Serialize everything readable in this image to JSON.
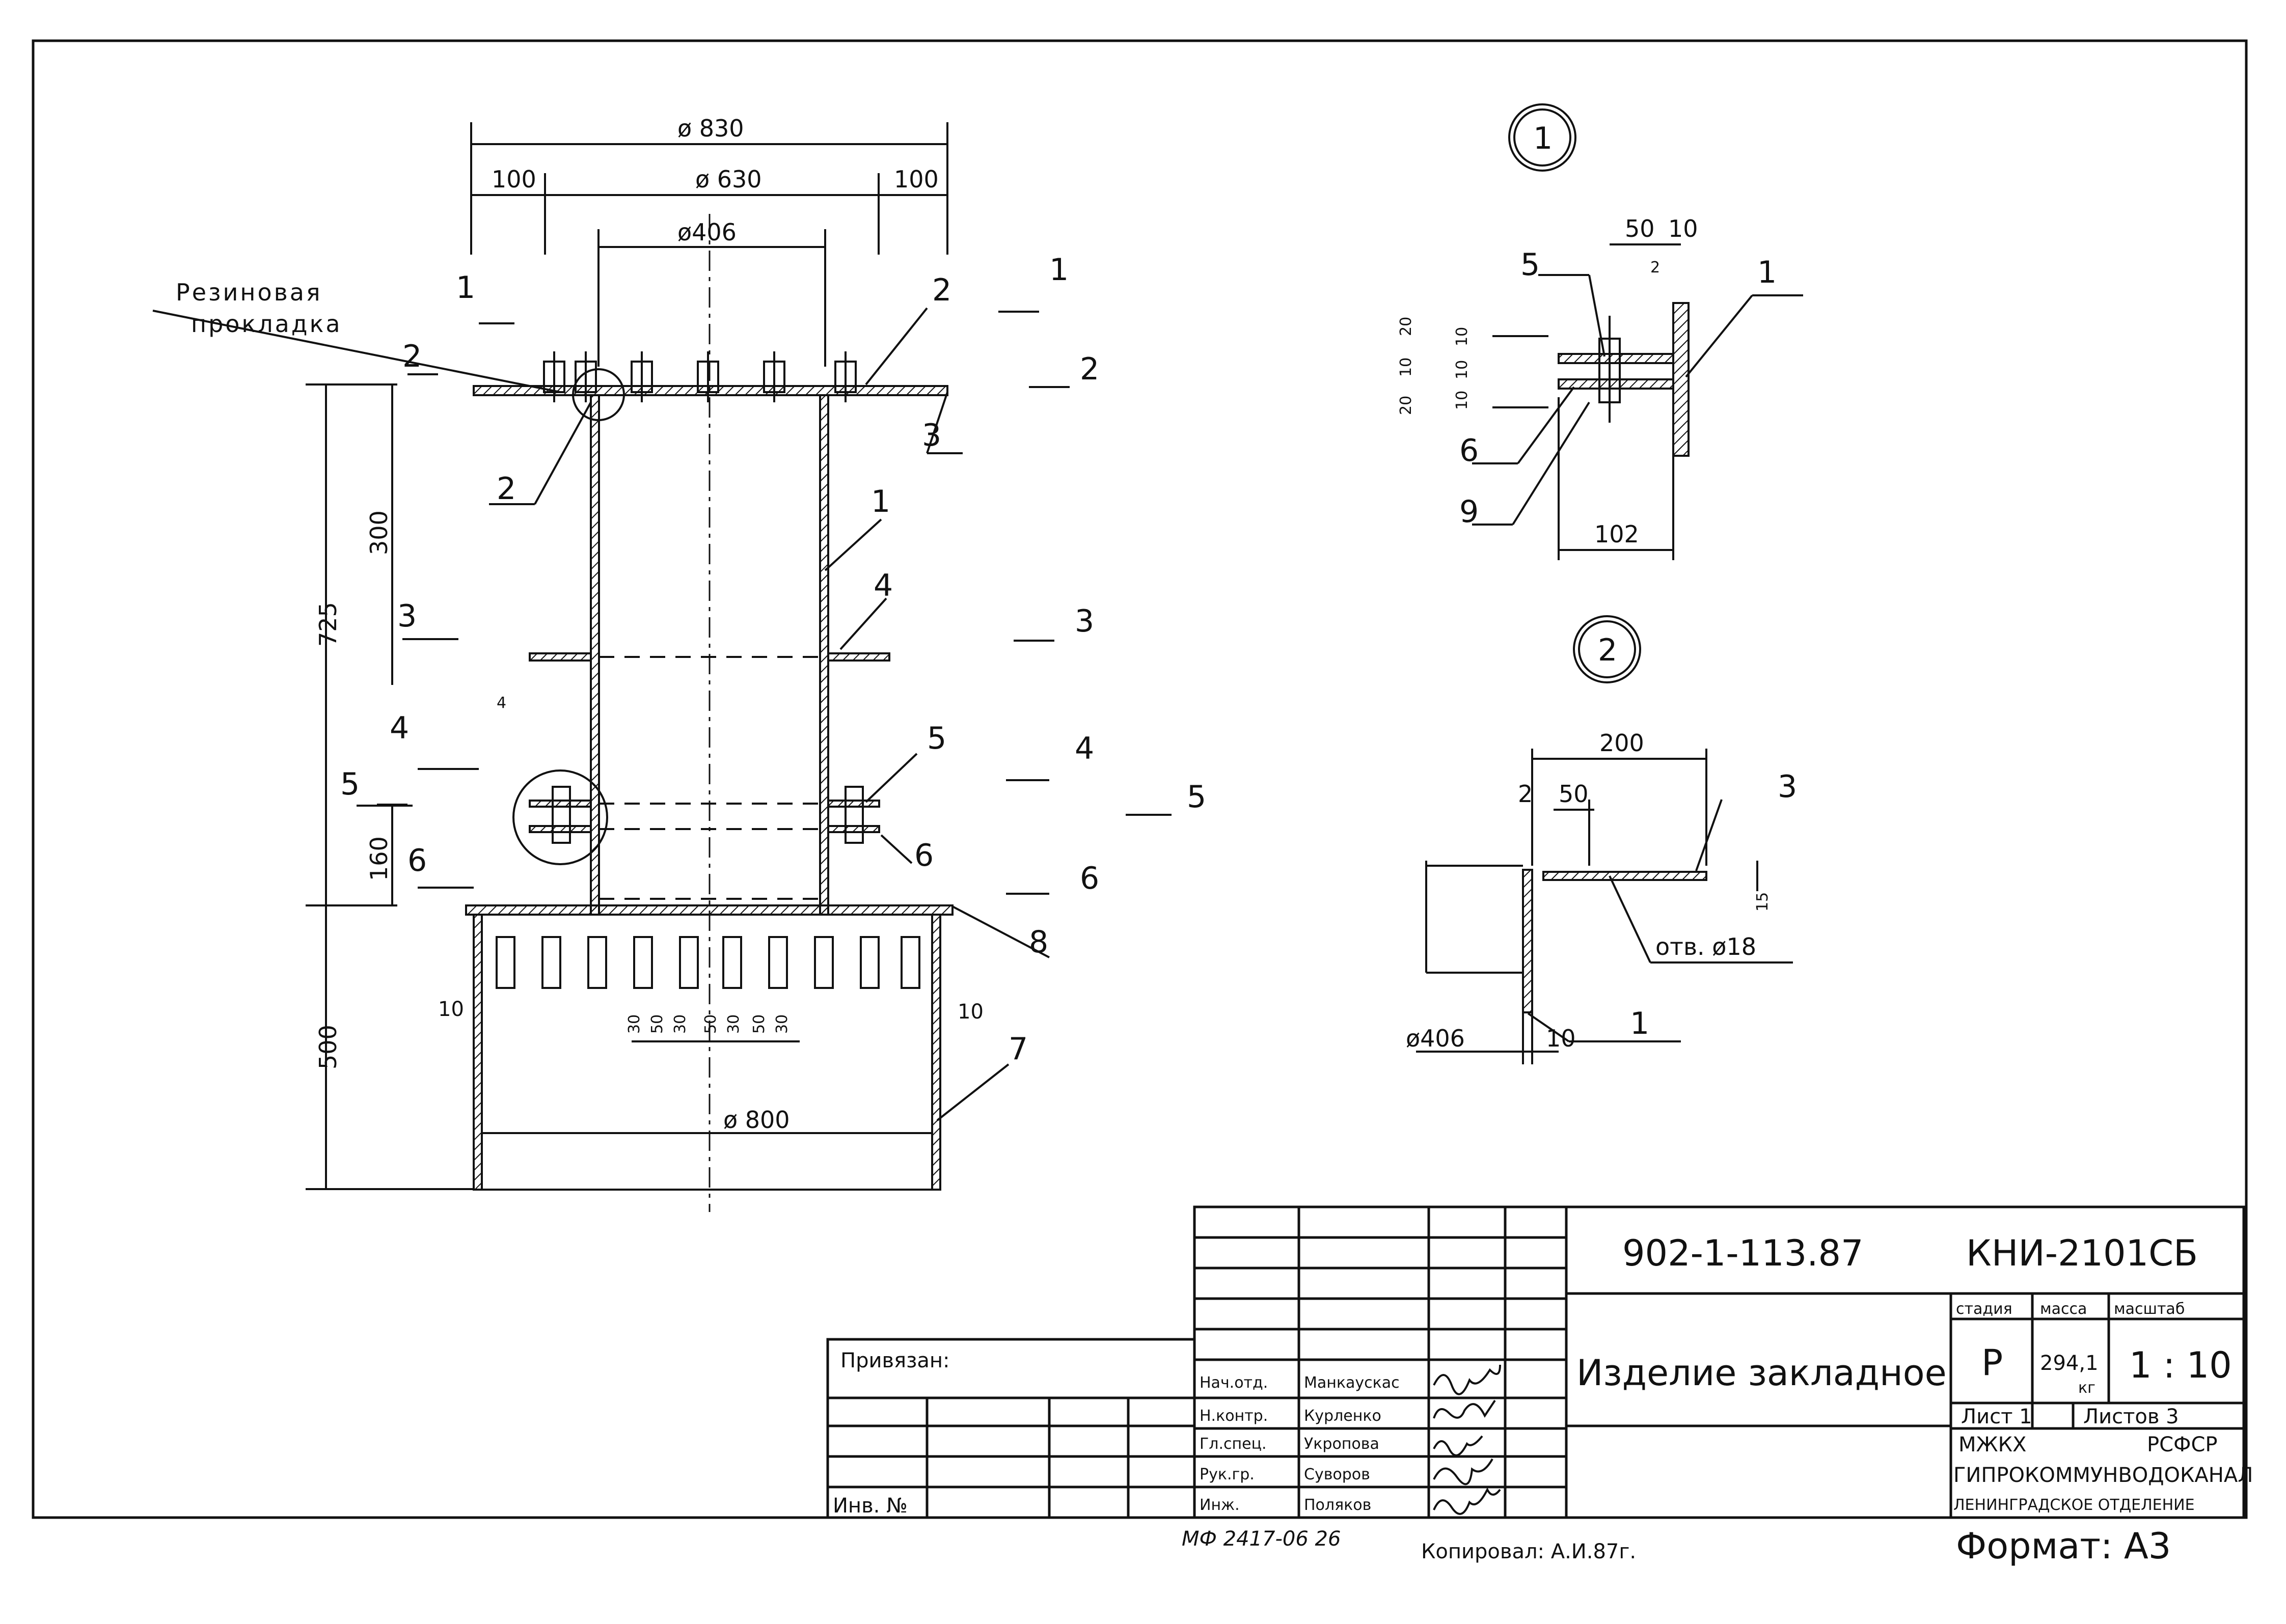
{
  "main_view": {
    "dims": {
      "d830": "ø 830",
      "d630": "ø 630",
      "d406": "ø406",
      "d800": "ø 800",
      "s100_left": "100",
      "s100_right": "100",
      "h725": "725",
      "h300": "300",
      "h160": "160",
      "h500": "500",
      "t10_left": "10",
      "t10_right": "10",
      "slots": [
        "30",
        "50",
        "30",
        "50",
        "30",
        "50",
        "30"
      ]
    },
    "rubber_label_1": "Резиновая",
    "rubber_label_2": "прокладка",
    "callout_circle_4": "4",
    "levels": [
      "1",
      "2",
      "3",
      "4",
      "5",
      "6"
    ],
    "parts": {
      "p1": "1",
      "p2a": "2",
      "p2b": "2",
      "p3": "3",
      "p4": "4",
      "p5": "5",
      "p6": "6",
      "p7": "7",
      "p8": "8"
    }
  },
  "detail1": {
    "number": "1",
    "dims": {
      "d50": "50",
      "d10": "10",
      "d2": "2",
      "d102": "102",
      "v20a": "20",
      "v10a": "10",
      "v10b": "10",
      "v20b": "20",
      "v10c": "10",
      "v10d": "10"
    },
    "parts": {
      "p5": "5",
      "p1": "1",
      "p6": "6",
      "p9": "9"
    }
  },
  "detail2": {
    "number": "2",
    "dims": {
      "d200": "200",
      "d50": "50",
      "d2": "2",
      "d15": "15",
      "d406": "ø406",
      "d10": "10"
    },
    "hole": "отв. ø18",
    "parts": {
      "p3": "3",
      "p1": "1"
    }
  },
  "title_block": {
    "doc_code": "902-1-113.87",
    "drawing_code": "КНИ-2101СБ",
    "title": "Изделие закладное",
    "col_stage": "стадия",
    "col_mass": "масса",
    "col_scale": "масштаб",
    "stage": "Р",
    "mass": "294,1",
    "mass_unit": "кг",
    "scale": "1 : 10",
    "sheet": "Лист 1",
    "sheets": "Листов 3",
    "org_line1_left": "МЖКХ",
    "org_line1_right": "РСФСР",
    "org_line2": "ГИПРОКОММУНВОДОКАНАЛ",
    "org_line3": "ЛЕНИНГРАДСКОЕ ОТДЕЛЕНИЕ",
    "privyazan": "Привязан:",
    "inv": "Инв. №",
    "signers": [
      {
        "role": "Нач.отд.",
        "name": "Манкаускас"
      },
      {
        "role": "Н.контр.",
        "name": "Курленко"
      },
      {
        "role": "Гл.спец.",
        "name": "Укропова"
      },
      {
        "role": "Рук.гр.",
        "name": "Суворов"
      },
      {
        "role": "Инж.",
        "name": "Поляков"
      }
    ]
  },
  "footer": {
    "mf": "МФ 2417-06 26",
    "copied": "Копировал: А.И.87г.",
    "format": "Формат: А3"
  }
}
